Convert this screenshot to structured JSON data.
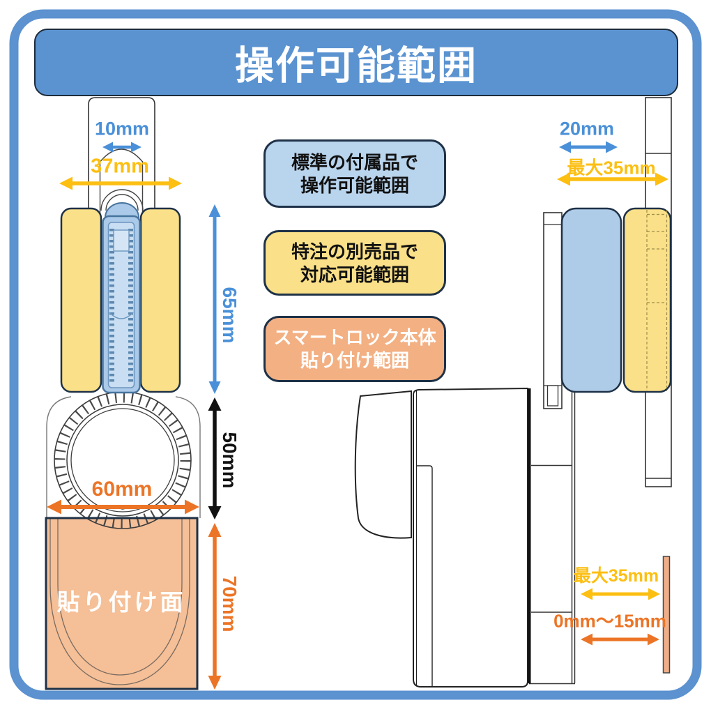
{
  "title": "操作可能範囲",
  "legend": {
    "standard_range": {
      "line1": "標準の付属品で",
      "line2": "操作可能範囲"
    },
    "custom_range": {
      "line1": "特注の別売品で",
      "line2": "対応可能範囲"
    },
    "attach_range": {
      "line1": "スマートロック本体",
      "line2": "貼り付け範囲"
    }
  },
  "front_view": {
    "thumbturn_width": "10mm",
    "plate_width": "37mm",
    "upper_height": "65mm",
    "dial_height": "50mm",
    "dial_width": "60mm",
    "lower_height": "70mm",
    "attach_surface_label": "貼り付け面"
  },
  "side_view": {
    "thumbturn_depth": "20mm",
    "max_thumbturn_depth": "最大35mm",
    "max_body_offset": "最大35mm",
    "door_edge_offset": "0mm〜15mm"
  },
  "colors": {
    "frame_blue": "#5b92cf",
    "dim_blue": "#4a90d8",
    "dim_yellow": "#fcbf12",
    "dim_orange": "#ec7426",
    "dim_black": "#111111",
    "legend_blue_fill": "#b9d4ed",
    "legend_yellow_fill": "#fae088",
    "legend_salmon_fill": "#f3b083",
    "attach_surface_fill": "#f5bf97",
    "outline_navy": "#1e3147"
  }
}
